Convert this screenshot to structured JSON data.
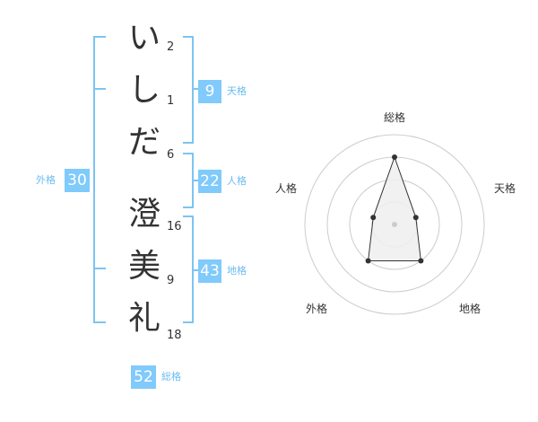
{
  "name": {
    "chars": [
      {
        "char": "い",
        "strokes": "2"
      },
      {
        "char": "し",
        "strokes": "1"
      },
      {
        "char": "だ",
        "strokes": "6"
      },
      {
        "char": "澄",
        "strokes": "16"
      },
      {
        "char": "美",
        "strokes": "9"
      },
      {
        "char": "礼",
        "strokes": "18"
      }
    ]
  },
  "fortune": {
    "tenkaku": {
      "label": "天格",
      "value": "9"
    },
    "jinkaku": {
      "label": "人格",
      "value": "22"
    },
    "chikaku": {
      "label": "地格",
      "value": "43"
    },
    "gaikaku": {
      "label": "外格",
      "value": "30"
    },
    "soukaku": {
      "label": "総格",
      "value": "52"
    }
  },
  "radar": {
    "axes": [
      "総格",
      "天格",
      "地格",
      "外格",
      "人格"
    ],
    "values": [
      3,
      1,
      2,
      2,
      1
    ],
    "max": 4,
    "rings": 4,
    "colors": {
      "ring": "#cccccc",
      "fill": "#eeeeee",
      "line": "#333333",
      "center": "#cccccc"
    }
  },
  "colors": {
    "accent": "#80cafc",
    "bracket": "#7cc4f3",
    "label": "#6bbcf2"
  }
}
